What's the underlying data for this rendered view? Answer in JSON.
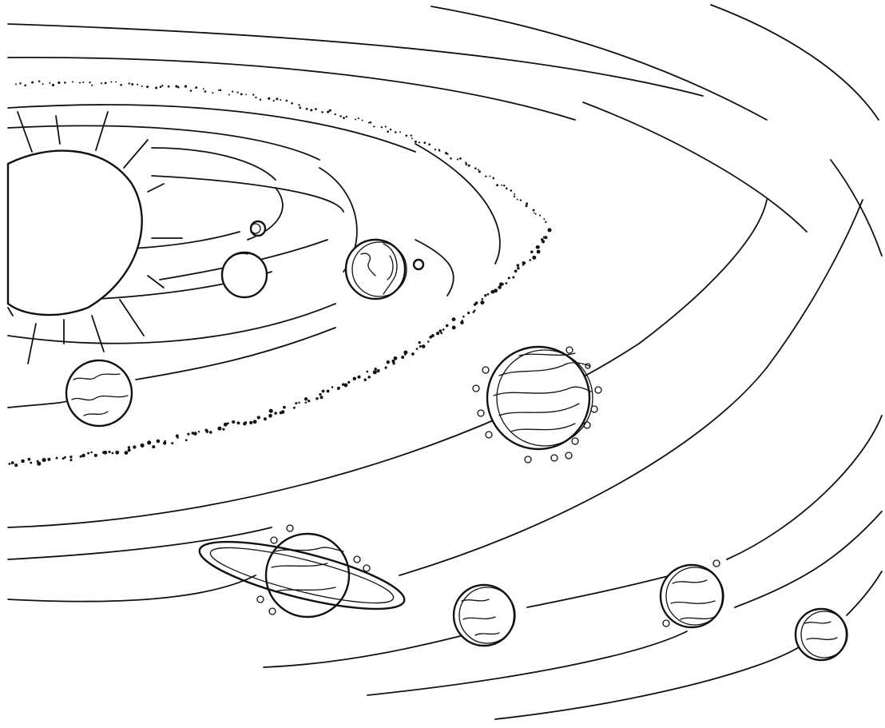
{
  "scene": {
    "kind": "solar-system-line-drawing",
    "style": "black ink outline on white",
    "colors": {
      "ink": "#111111",
      "paper": "#ffffff"
    },
    "bodies": [
      "sun",
      "mercury",
      "venus",
      "earth",
      "moon",
      "mars",
      "asteroid-belt",
      "jupiter",
      "saturn",
      "uranus",
      "neptune",
      "pluto"
    ]
  }
}
